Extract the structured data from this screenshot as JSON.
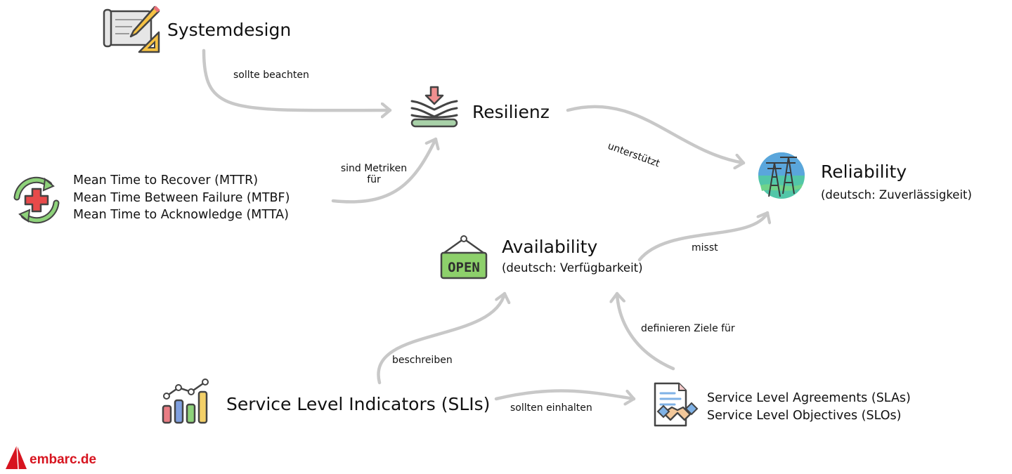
{
  "nodes": {
    "systemdesign": {
      "label": "Systemdesign"
    },
    "resilienz": {
      "label": "Resilienz"
    },
    "reliability": {
      "label": "Reliability",
      "sub": "(deutsch: Zuverlässigkeit)"
    },
    "metrics": {
      "lines": [
        "Mean Time to Recover (MTTR)",
        "Mean Time Between Failure (MTBF)",
        "Mean Time to Acknowledge (MTTA)"
      ]
    },
    "availability": {
      "label": "Availability",
      "sub": "(deutsch: Verfügbarkeit)"
    },
    "slis": {
      "label": "Service Level Indicators (SLIs)"
    },
    "sla_slo": {
      "lines": [
        "Service Level Agreements (SLAs)",
        "Service Level Objectives (SLOs)"
      ]
    }
  },
  "edges": {
    "sollte_beachten": "sollte beachten",
    "sind_metriken": [
      "sind Metriken",
      "für"
    ],
    "unterstuetzt": "unterstützt",
    "misst": "misst",
    "beschreiben": "beschreiben",
    "definieren": "definieren Ziele für",
    "sollten_einhalten": "sollten einhalten"
  },
  "icons": {
    "open_sign": "OPEN"
  },
  "brand": {
    "text": "embarc.de"
  },
  "colors": {
    "arrow": "#c8c8c8",
    "brand": "#d7141f"
  }
}
